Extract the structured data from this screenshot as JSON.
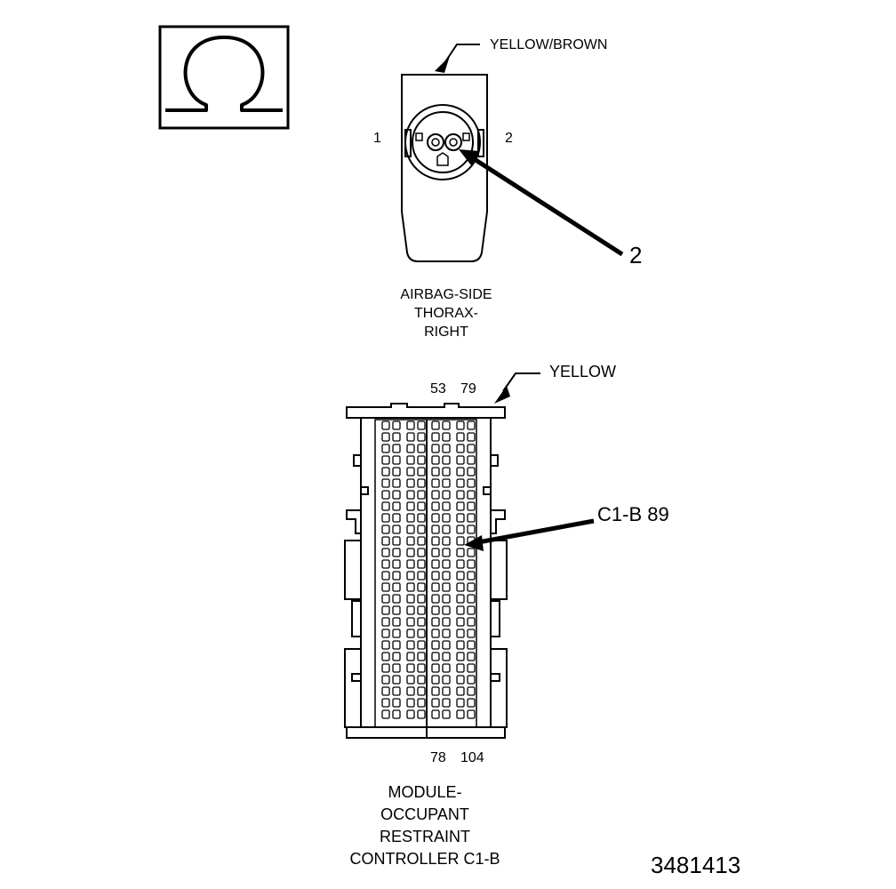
{
  "ohmmeter": {
    "icon": "ohm-icon",
    "symbol": "Ω"
  },
  "upper_connector": {
    "wire_color": "YELLOW/BROWN",
    "pin_left": "1",
    "pin_right": "2",
    "callout": "2",
    "caption": [
      "AIRBAG-SIDE",
      "THORAX-",
      "RIGHT"
    ]
  },
  "lower_connector": {
    "wire_color": "YELLOW",
    "top_pins": [
      "53",
      "79"
    ],
    "bottom_pins": [
      "78",
      "104"
    ],
    "callout": "C1-B 89",
    "caption": [
      "MODULE-",
      "OCCUPANT",
      "RESTRAINT",
      "CONTROLLER C1-B"
    ]
  },
  "figure_number": "3481413"
}
